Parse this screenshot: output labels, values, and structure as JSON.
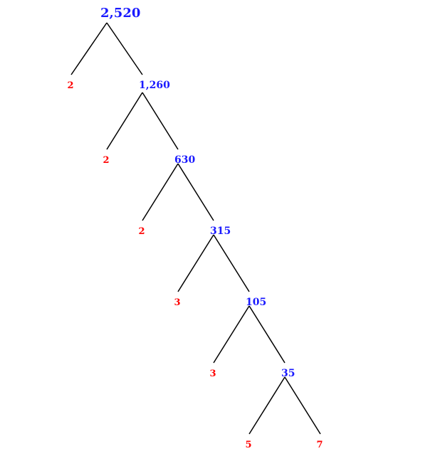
{
  "tree": {
    "root": "2,520",
    "levels": [
      {
        "prime": "2",
        "composite": "1,260"
      },
      {
        "prime": "2",
        "composite": "630"
      },
      {
        "prime": "2",
        "composite": "315"
      },
      {
        "prime": "3",
        "composite": "105"
      },
      {
        "prime": "3",
        "composite": "35"
      },
      {
        "prime": "5",
        "composite": "7",
        "final_prime": true
      }
    ]
  },
  "colors": {
    "composite": "#1a1aff",
    "prime": "#ff0000",
    "line": "#000000"
  }
}
